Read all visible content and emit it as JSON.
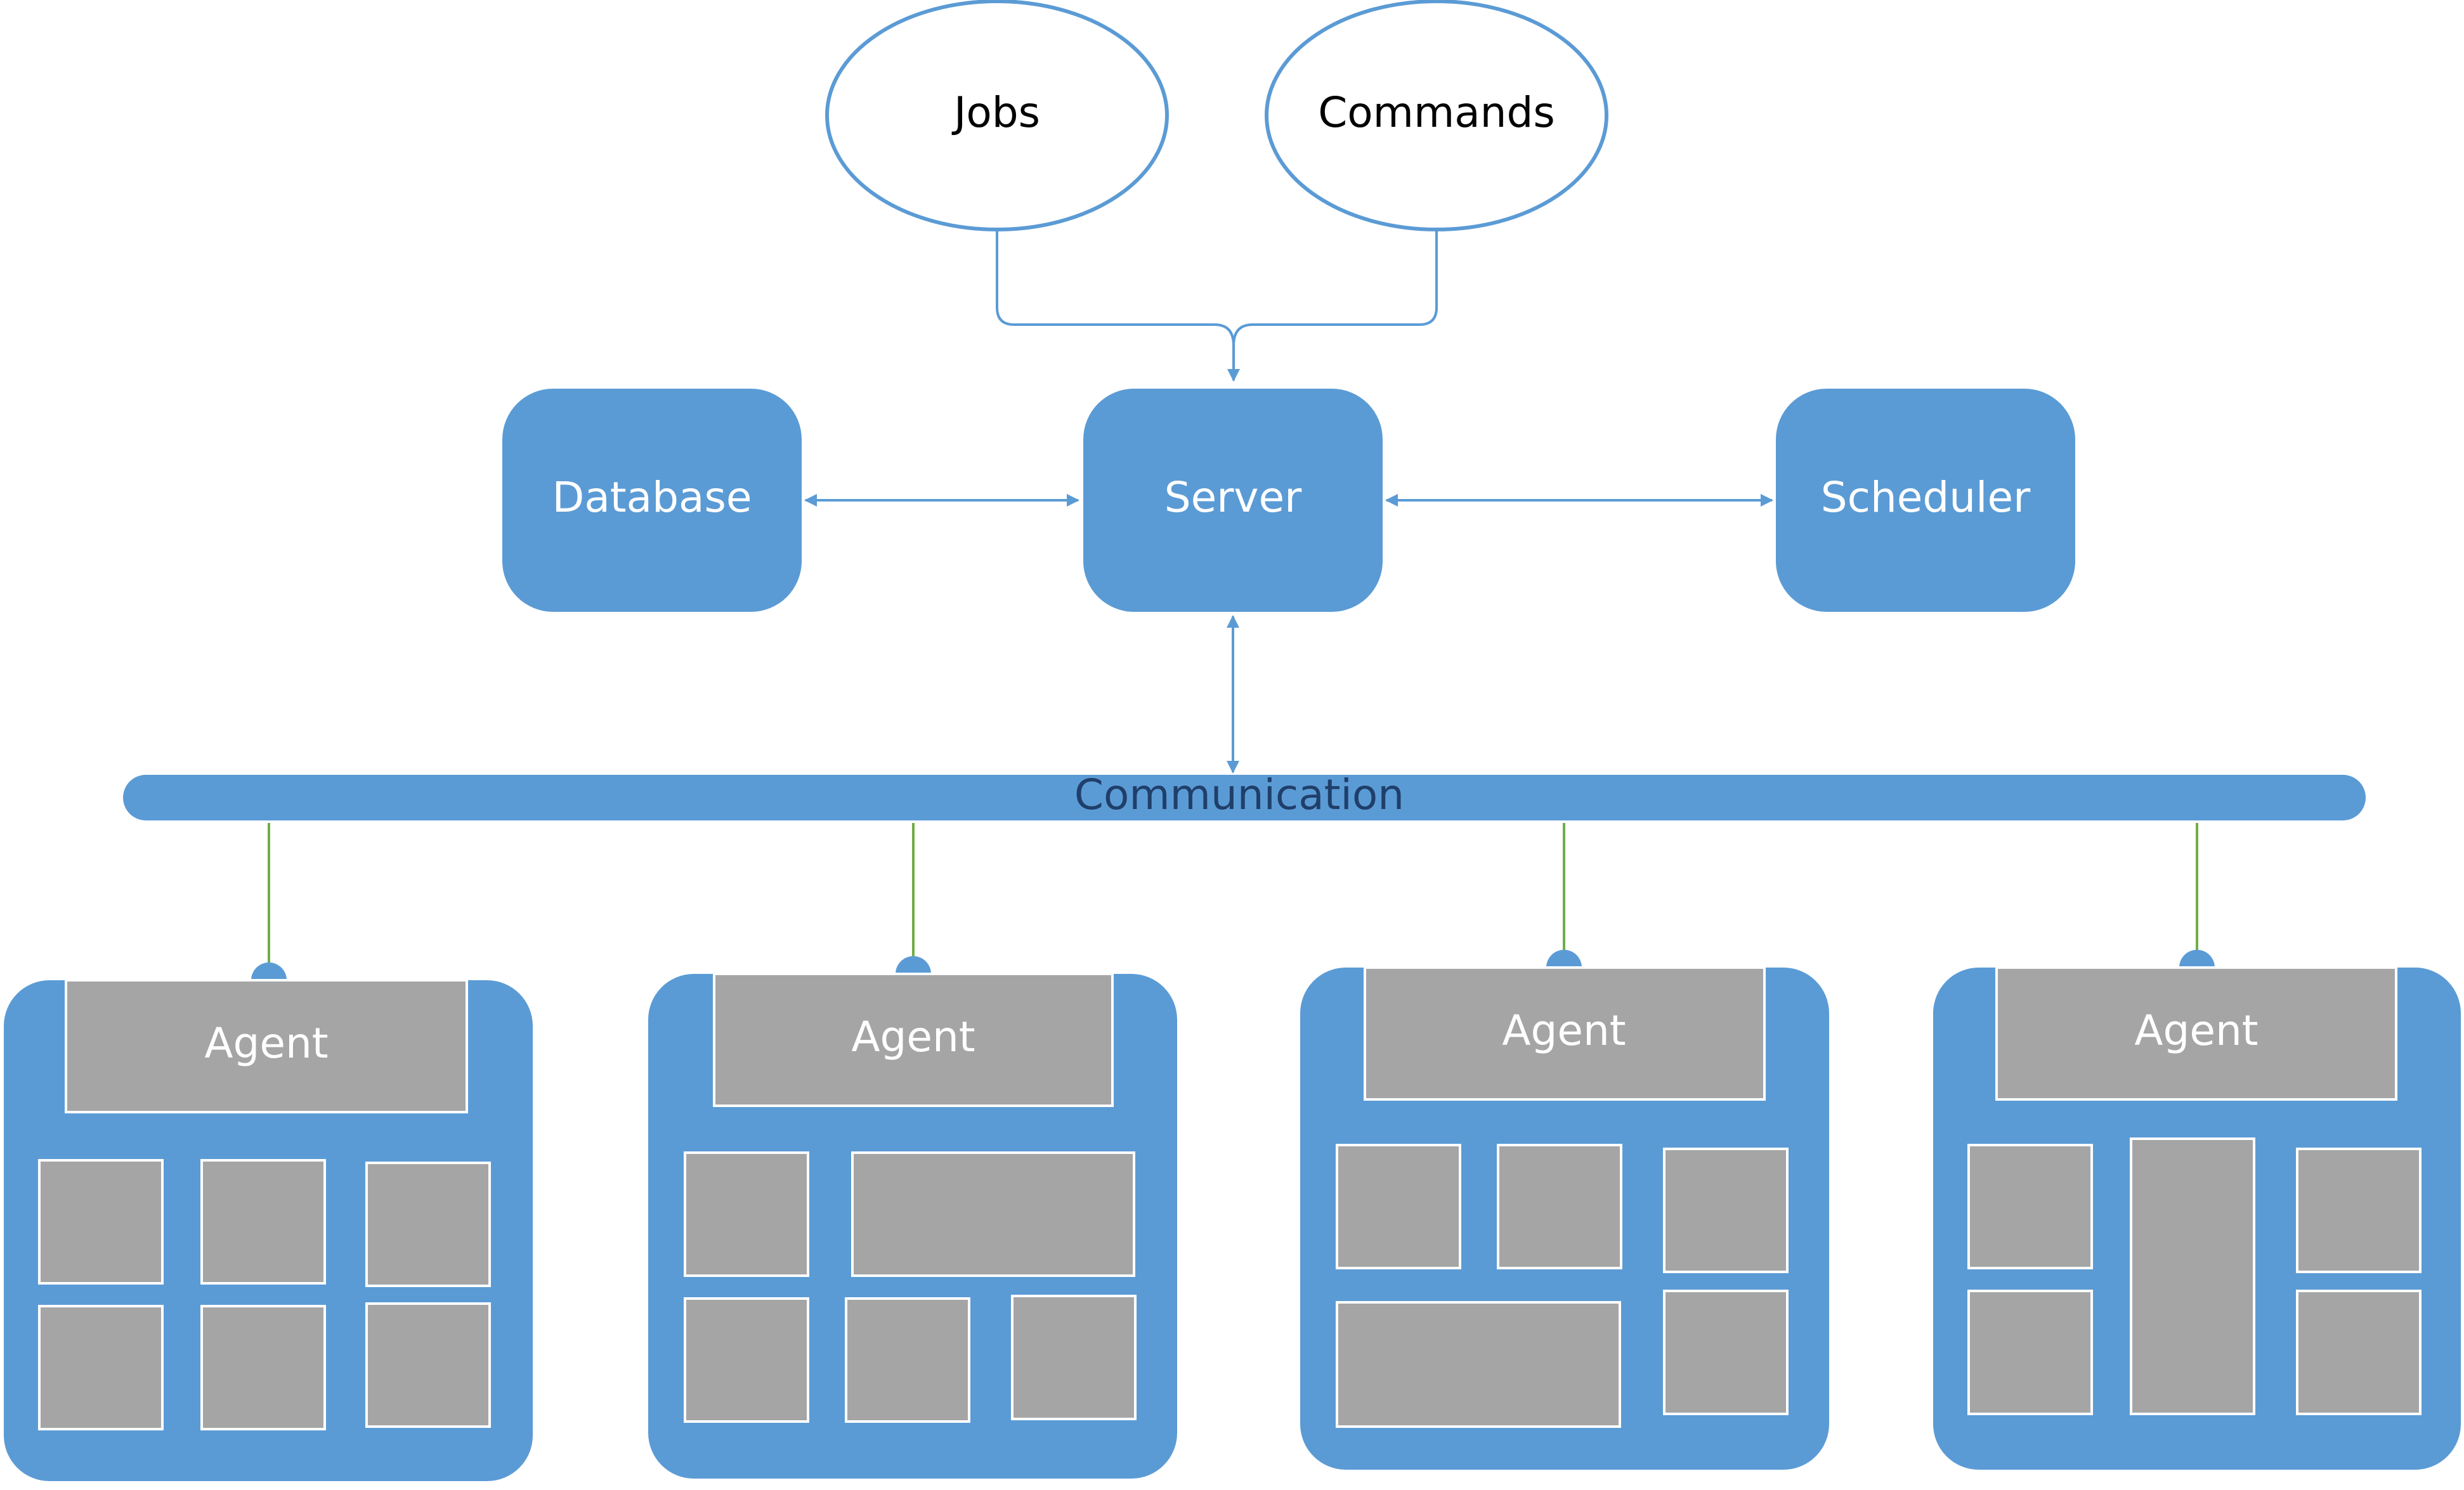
{
  "inputs": {
    "jobs": "Jobs",
    "commands": "Commands"
  },
  "nodes": {
    "database": "Database",
    "server": "Server",
    "scheduler": "Scheduler"
  },
  "bus": {
    "label": "Communication"
  },
  "agents": [
    {
      "label": "Agent"
    },
    {
      "label": "Agent"
    },
    {
      "label": "Agent"
    },
    {
      "label": "Agent"
    }
  ],
  "colors": {
    "node_fill": "#5b9bd5",
    "ellipse_stroke": "#5b9bd5",
    "module_fill": "#a5a5a5",
    "connector_green": "#70ad47",
    "bus_text": "#1f3f6a"
  }
}
